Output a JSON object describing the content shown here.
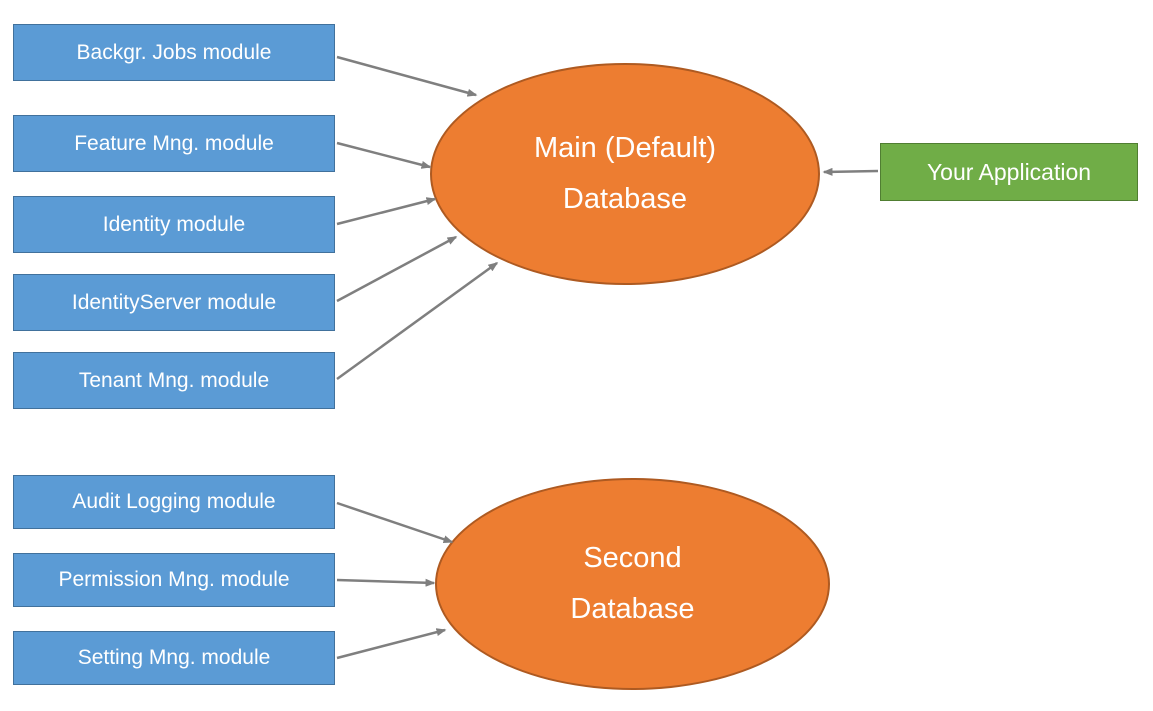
{
  "colors": {
    "module_fill": "#5B9BD5",
    "module_border": "#41719C",
    "database_fill": "#ED7D31",
    "database_border": "#AE5A21",
    "app_fill": "#70AD47",
    "app_border": "#507E32",
    "arrow": "#7F7F7F",
    "text": "#FFFFFF"
  },
  "main_modules": [
    {
      "label": "Backgr. Jobs module"
    },
    {
      "label": "Feature Mng. module"
    },
    {
      "label": "Identity module"
    },
    {
      "label": "IdentityServer module"
    },
    {
      "label": "Tenant Mng. module"
    }
  ],
  "second_modules": [
    {
      "label": "Audit Logging module"
    },
    {
      "label": "Permission Mng. module"
    },
    {
      "label": "Setting Mng. module"
    }
  ],
  "main_database": {
    "line1": "Main (Default)",
    "line2": "Database"
  },
  "second_database": {
    "line1": "Second",
    "line2": "Database"
  },
  "application": {
    "label": "Your Application"
  }
}
